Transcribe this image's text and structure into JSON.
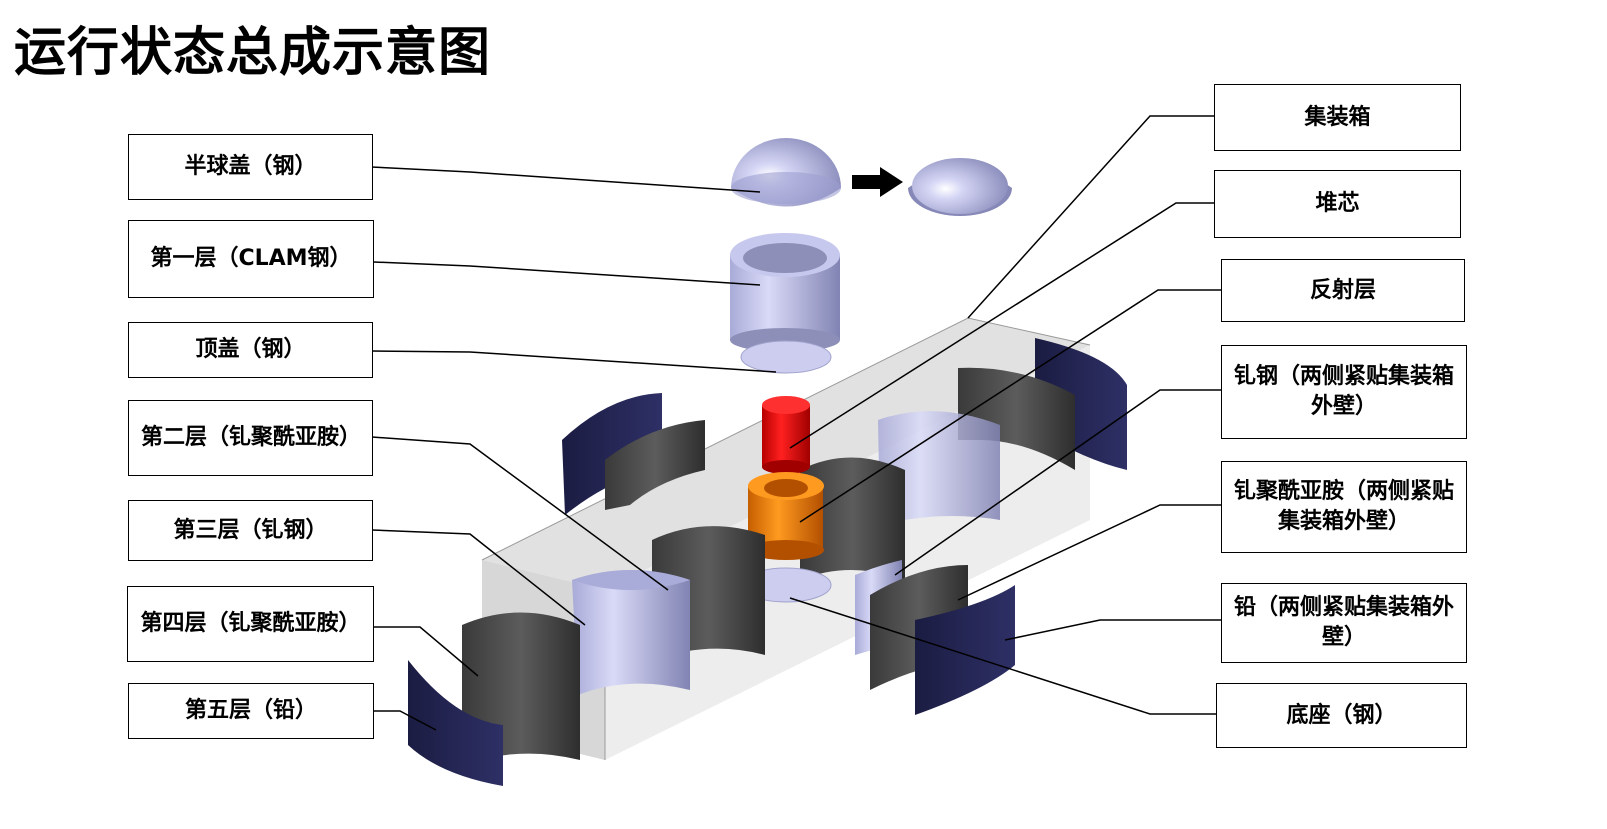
{
  "title": "运行状态总成示意图",
  "labels_left": [
    {
      "id": "hemisphere-cap",
      "text": "半球盖（钢）"
    },
    {
      "id": "layer-1",
      "text": "第一层（CLAM钢）"
    },
    {
      "id": "top-cover",
      "text": "顶盖（钢）"
    },
    {
      "id": "layer-2",
      "text": "第二层（钆聚酰亚胺）"
    },
    {
      "id": "layer-3",
      "text": "第三层（钆钢）"
    },
    {
      "id": "layer-4",
      "text": "第四层（钆聚酰亚胺）"
    },
    {
      "id": "layer-5",
      "text": "第五层（铅）"
    }
  ],
  "labels_right": [
    {
      "id": "container",
      "text": "集装箱"
    },
    {
      "id": "core",
      "text": "堆芯"
    },
    {
      "id": "reflector",
      "text": "反射层"
    },
    {
      "id": "gd-steel-wall",
      "text": "钆钢（两侧紧贴集装箱外壁）"
    },
    {
      "id": "gd-polyimide-wall",
      "text": "钆聚酰亚胺（两侧紧贴集装箱外壁）"
    },
    {
      "id": "lead-wall",
      "text": "铅（两侧紧贴集装箱外壁）"
    },
    {
      "id": "base",
      "text": "底座（钢）"
    }
  ],
  "colors": {
    "steel_light": "#c7c8ee",
    "steel_dark": "#8d8fb8",
    "dark_gray": "#4a4a4a",
    "navy": "#23244f",
    "core_red": "#e60000",
    "reflector_orange": "#e87a00",
    "container_gray": "#cfcfcf"
  }
}
